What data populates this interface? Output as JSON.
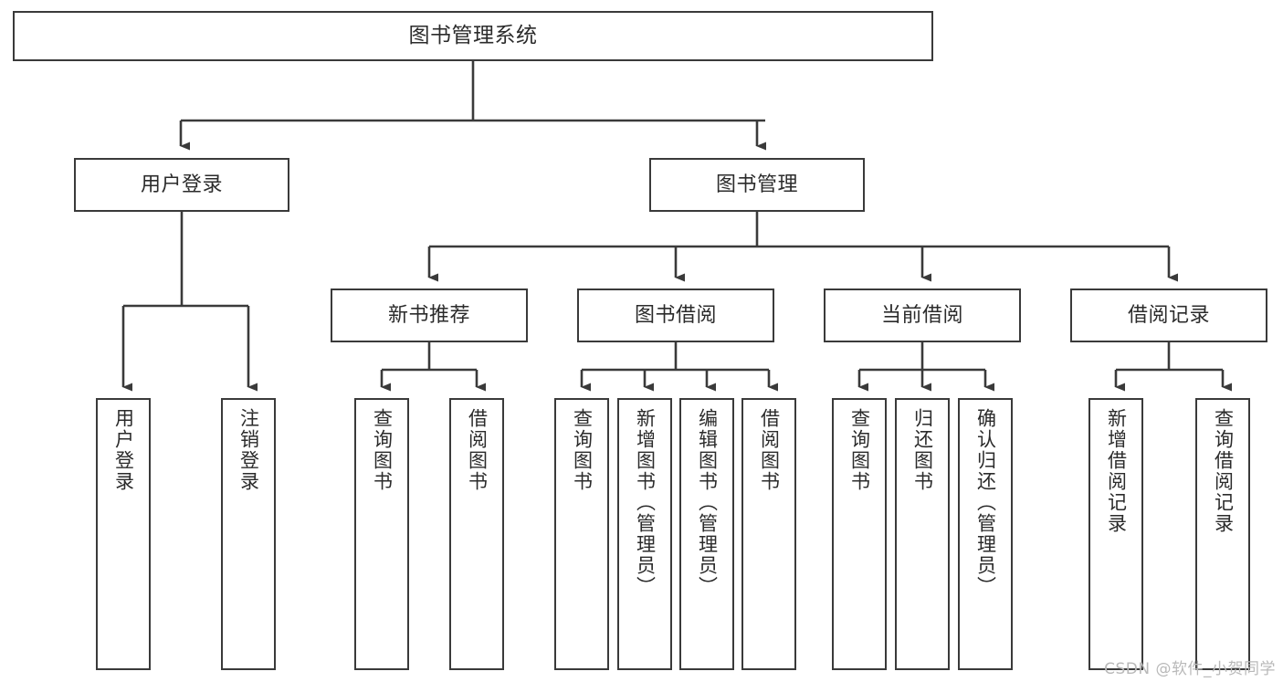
{
  "diagram": {
    "title": "图书管理系统",
    "type": "tree-hierarchy",
    "orientation": "top-down",
    "colors": {
      "box_border": "#3a3a3a",
      "box_fill": "#ffffff",
      "edge": "#3a3a3a",
      "text": "#2b2b2b",
      "watermark": "#b9b9b9",
      "background": "#ffffff"
    }
  },
  "nodes": {
    "root": {
      "label": "图书管理系统",
      "level": 0
    },
    "level1": [
      {
        "id": "user-login",
        "label": "用户登录"
      },
      {
        "id": "book-manage",
        "label": "图书管理"
      }
    ],
    "level2": [
      {
        "id": "new-book-recommend",
        "label": "新书推荐",
        "parent": "book-manage"
      },
      {
        "id": "book-borrow",
        "label": "图书借阅",
        "parent": "book-manage"
      },
      {
        "id": "current-borrow",
        "label": "当前借阅",
        "parent": "book-manage"
      },
      {
        "id": "borrow-record",
        "label": "借阅记录",
        "parent": "book-manage"
      }
    ],
    "leaves": [
      {
        "id": "leaf-user-login",
        "label": "用户登录",
        "parent": "user-login"
      },
      {
        "id": "leaf-logout-login",
        "label": "注销登录",
        "parent": "user-login"
      },
      {
        "id": "leaf-query-book-1",
        "label": "查询图书",
        "parent": "new-book-recommend"
      },
      {
        "id": "leaf-borrow-book-1",
        "label": "借阅图书",
        "parent": "new-book-recommend"
      },
      {
        "id": "leaf-query-book-2",
        "label": "查询图书",
        "parent": "book-borrow"
      },
      {
        "id": "leaf-add-book",
        "label": "新增图书（管理员）",
        "parent": "book-borrow"
      },
      {
        "id": "leaf-edit-book",
        "label": "编辑图书（管理员）",
        "parent": "book-borrow"
      },
      {
        "id": "leaf-borrow-book-2",
        "label": "借阅图书",
        "parent": "book-borrow"
      },
      {
        "id": "leaf-query-book-3",
        "label": "查询图书",
        "parent": "current-borrow"
      },
      {
        "id": "leaf-return-book",
        "label": "归还图书",
        "parent": "current-borrow"
      },
      {
        "id": "leaf-confirm-return",
        "label": "确认归还（管理员）",
        "parent": "current-borrow"
      },
      {
        "id": "leaf-add-record",
        "label": "新增借阅记录",
        "parent": "borrow-record"
      },
      {
        "id": "leaf-query-record",
        "label": "查询借阅记录",
        "parent": "borrow-record"
      }
    ]
  },
  "watermark": {
    "text": "CSDN @软件_小贺同学"
  }
}
